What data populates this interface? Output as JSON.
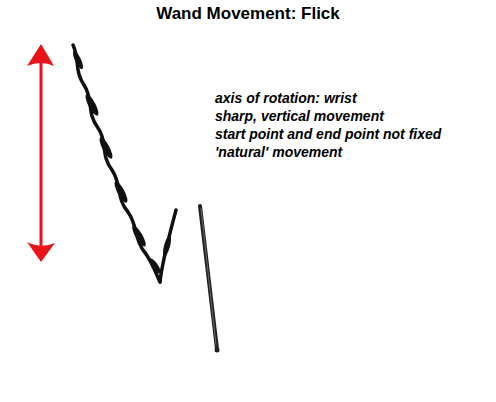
{
  "diagram": {
    "title": "Wand Movement: Flick",
    "labels": [
      "axis of rotation: wrist",
      "sharp, vertical movement",
      "start point and end point not fixed",
      "'natural' movement"
    ]
  }
}
